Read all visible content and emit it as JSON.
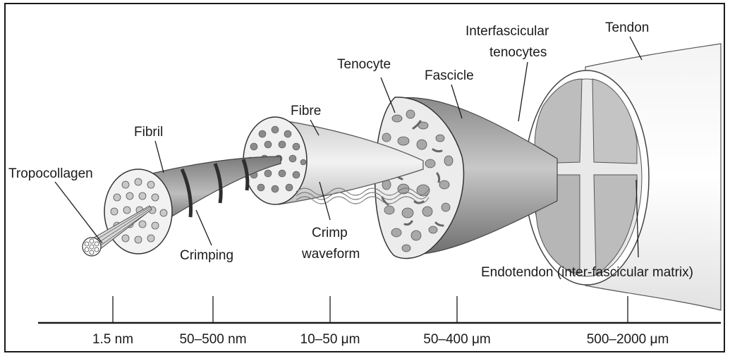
{
  "labels": {
    "tropocollagen": "Tropocollagen",
    "fibril": "Fibril",
    "crimping": "Crimping",
    "fibre": "Fibre",
    "crimp_waveform_line1": "Crimp",
    "crimp_waveform_line2": "waveform",
    "tenocyte": "Tenocyte",
    "fascicle": "Fascicle",
    "interfascicular_line1": "Interfascicular",
    "interfascicular_line2": "tenocytes",
    "tendon": "Tendon",
    "endotendon": "Endotendon (inter-fascicular matrix)"
  },
  "scale": {
    "ticks": [
      "1.5 nm",
      "50–500 nm",
      "10–50 μm",
      "50–400 μm",
      "500–2000 μm"
    ]
  }
}
